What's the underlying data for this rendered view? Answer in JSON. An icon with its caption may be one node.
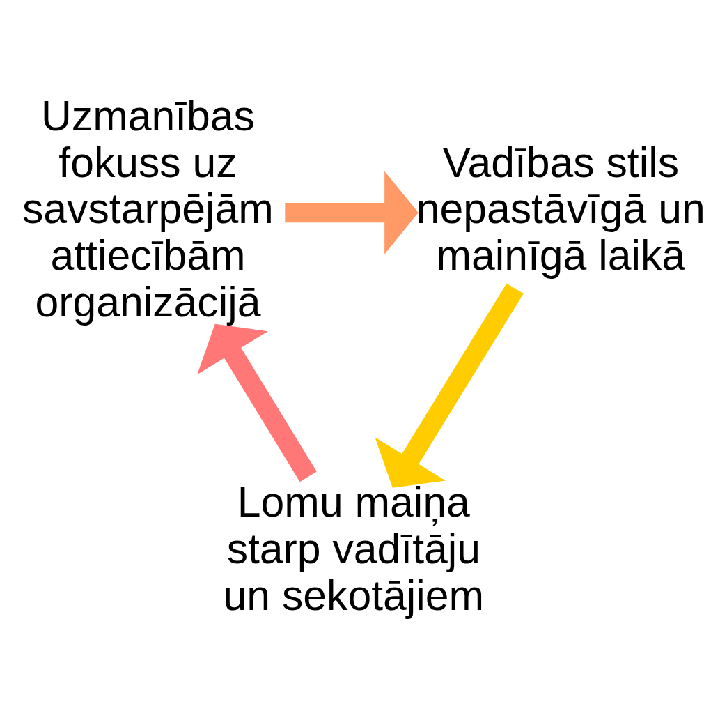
{
  "diagram": {
    "nodes": [
      {
        "text": [
          "Uzmanības fokuss uz savstarpējām attiecībām organizācijā"
        ]
      },
      {
        "text": [
          "Vadības stils nepastāvīgā un mainīgā laikā"
        ]
      },
      {
        "text": [
          "Lomu maiņa starp vadītāju un sekotājiem"
        ]
      }
    ],
    "edges": [
      {
        "from": 0,
        "to": 1,
        "arrow": "to",
        "color": "#ff9966"
      },
      {
        "from": 1,
        "to": 2,
        "arrow": "to",
        "color": "#ffcc00"
      },
      {
        "from": 2,
        "to": 0,
        "arrow": "to",
        "color": "#ff7777"
      }
    ]
  }
}
